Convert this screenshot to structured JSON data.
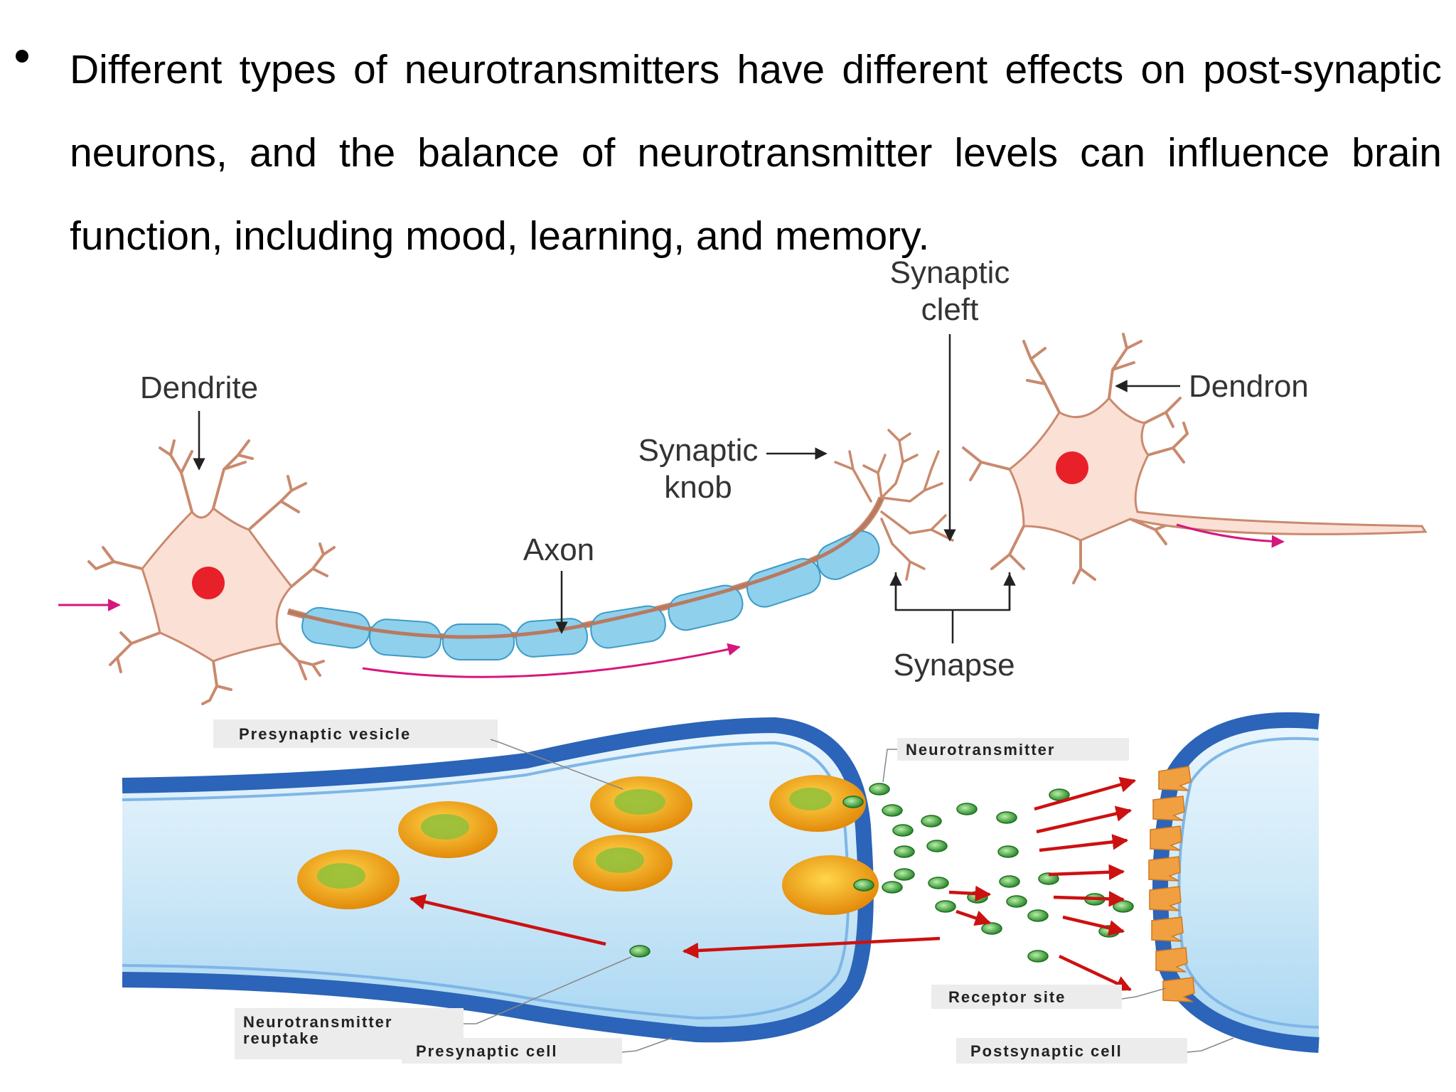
{
  "bullet": {
    "text": "Different types of neurotransmitters have different effects on post-synaptic neurons, and the balance of neurotransmitter levels can influence brain function, including mood, learning, and memory."
  },
  "neuron_diagram": {
    "dendrite": "Dendrite",
    "axon": "Axon",
    "synaptic_knob_1": "Synaptic",
    "synaptic_knob_2": "knob",
    "synaptic_cleft_1": "Synaptic",
    "synaptic_cleft_2": "cleft",
    "dendron": "Dendron",
    "synapse": "Synapse"
  },
  "synapse_diagram": {
    "presynaptic_vesicle": "Presynaptic vesicle",
    "neurotransmitter": "Neurotransmitter",
    "receptor_site": "Receptor site",
    "reuptake_1": "Neurotransmitter",
    "reuptake_2": "reuptake",
    "presynaptic_cell": "Presynaptic cell",
    "postsynaptic_cell": "Postsynaptic cell"
  },
  "colors": {
    "cell_body": "#fbe0d6",
    "cell_outline": "#c98a6e",
    "nucleus": "#e8202a",
    "myelin": "#8fd0ec",
    "impulse_arrow": "#d6177c",
    "membrane": "#2b64b8",
    "vesicle": "#f3a616",
    "neurotransmitter": "#3b9b3b",
    "flow_arrow": "#cc1111",
    "receptor": "#f0a040"
  }
}
